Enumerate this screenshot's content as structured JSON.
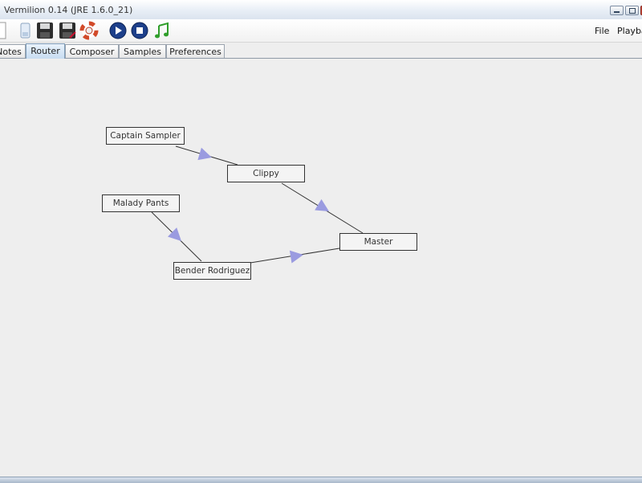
{
  "window": {
    "title": "Vermilion 0.14 (JRE 1.6.0_21)"
  },
  "toolbar": {
    "buttons": [
      {
        "icon": "new-document-icon"
      },
      {
        "icon": "open-file-icon"
      },
      {
        "icon": "save-icon"
      },
      {
        "icon": "save-as-icon"
      },
      {
        "icon": "help-lifebuoy-icon"
      },
      {
        "icon": "play-icon"
      },
      {
        "icon": "stop-icon"
      },
      {
        "icon": "music-note-icon"
      }
    ]
  },
  "menu": {
    "file": "File",
    "playback": "Playba"
  },
  "tabs": [
    {
      "label": "Notes",
      "active": false
    },
    {
      "label": "Router",
      "active": true
    },
    {
      "label": "Composer",
      "active": false
    },
    {
      "label": "Samples",
      "active": false
    },
    {
      "label": "Preferences",
      "active": false
    }
  ],
  "router": {
    "nodes": [
      {
        "id": "captain-sampler",
        "label": "Captain Sampler"
      },
      {
        "id": "clippy",
        "label": "Clippy"
      },
      {
        "id": "malady-pants",
        "label": "Malady Pants"
      },
      {
        "id": "bender-rodriguez",
        "label": "Bender Rodriguez"
      },
      {
        "id": "master",
        "label": "Master"
      }
    ],
    "edges": [
      {
        "from": "captain-sampler",
        "to": "clippy"
      },
      {
        "from": "malady-pants",
        "to": "bender-rodriguez"
      },
      {
        "from": "clippy",
        "to": "master"
      },
      {
        "from": "bender-rodriguez",
        "to": "master"
      }
    ],
    "arrow_color": "#9a9be0"
  }
}
